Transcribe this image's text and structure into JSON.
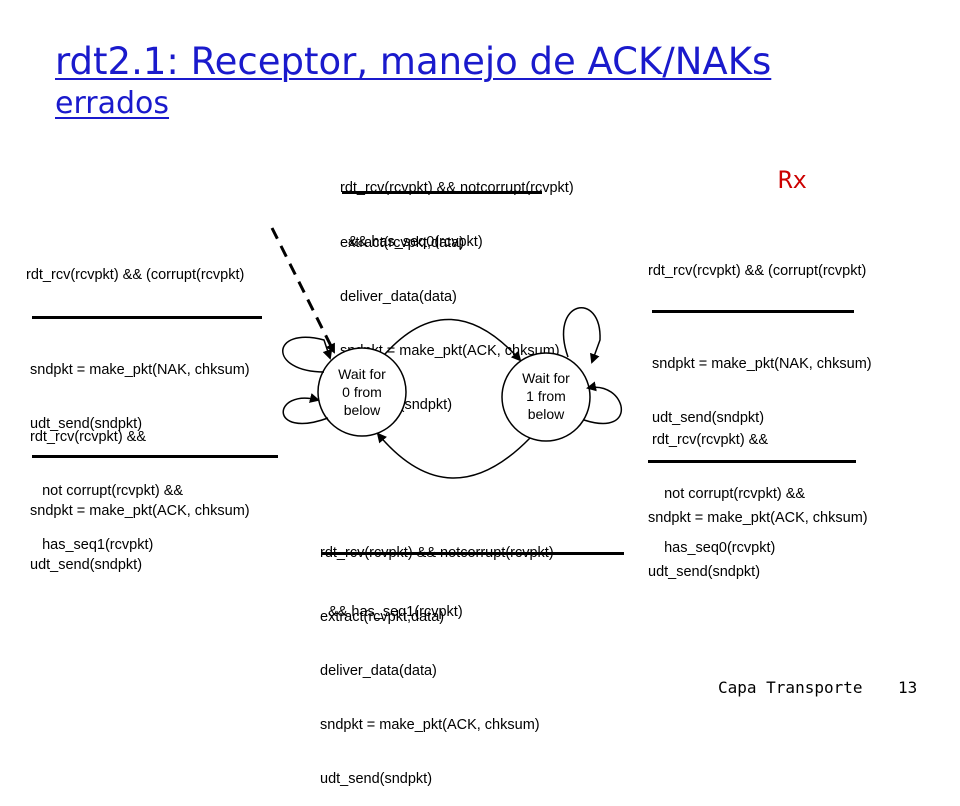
{
  "slide": {
    "title_line1": "rdt2.1: Receptor, manejo de ACK/NAKs",
    "title_line2": "errados",
    "rx_label": "Rx",
    "footer_left": "Capa Transporte",
    "page_number": "13"
  },
  "states": {
    "s0": [
      "Wait for",
      "0 from",
      "below"
    ],
    "s1": [
      "Wait for",
      "1 from",
      "below"
    ]
  },
  "transitions": {
    "top": {
      "event": [
        "rdt_rcv(rcvpkt) && notcorrupt(rcvpkt)",
        "  && has_seq0(rcvpkt)"
      ],
      "action": [
        "extract(rcvpkt,data)",
        "deliver_data(data)",
        "sndpkt = make_pkt(ACK, chksum)",
        "udt_send(sndpkt)"
      ]
    },
    "bottom": {
      "event": [
        "rdt_rcv(rcvpkt) && notcorrupt(rcvpkt)",
        "  && has_seq1(rcvpkt)"
      ],
      "action": [
        "extract(rcvpkt,data)",
        "deliver_data(data)",
        "sndpkt = make_pkt(ACK, chksum)",
        "udt_send(sndpkt)"
      ]
    },
    "left_corrupt": {
      "event": "rdt_rcv(rcvpkt) && (corrupt(rcvpkt)",
      "action": [
        "sndpkt = make_pkt(NAK, chksum)",
        "udt_send(sndpkt)"
      ]
    },
    "left_seq1": {
      "event": [
        "rdt_rcv(rcvpkt) &&",
        "   not corrupt(rcvpkt) &&",
        "   has_seq1(rcvpkt)"
      ],
      "action": [
        "sndpkt = make_pkt(ACK, chksum)",
        "udt_send(sndpkt)"
      ]
    },
    "right_corrupt": {
      "event": "rdt_rcv(rcvpkt) && (corrupt(rcvpkt)",
      "action": [
        "sndpkt = make_pkt(NAK, chksum)",
        "udt_send(sndpkt)"
      ]
    },
    "right_seq0": {
      "event": [
        "rdt_rcv(rcvpkt) &&",
        "   not corrupt(rcvpkt) &&",
        "   has_seq0(rcvpkt)"
      ],
      "action": [
        "sndpkt = make_pkt(ACK, chksum)",
        "udt_send(sndpkt)"
      ]
    }
  }
}
